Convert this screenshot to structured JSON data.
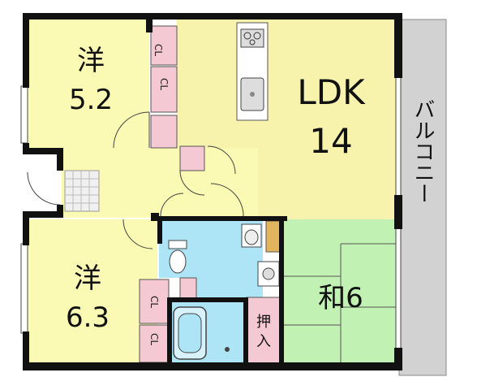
{
  "rooms": {
    "western1": {
      "name": "洋",
      "size": "5.2"
    },
    "western2": {
      "name": "洋",
      "size": "6.3"
    },
    "ldk": {
      "name": "LDK",
      "size": "14"
    },
    "japanese": {
      "label": "和6"
    },
    "closet_label": "CL",
    "oshiire": {
      "line1": "押",
      "line2": "入"
    },
    "balcony": "バルコニー"
  },
  "colors": {
    "wall": "#111111",
    "bedroom": "#fafab4",
    "ldk": "#f7f3ad",
    "tatami": "#c2f2b3",
    "closet": "#f5c9d4",
    "wet_area": "#aee5f6",
    "balcony": "#d2d2d2"
  }
}
